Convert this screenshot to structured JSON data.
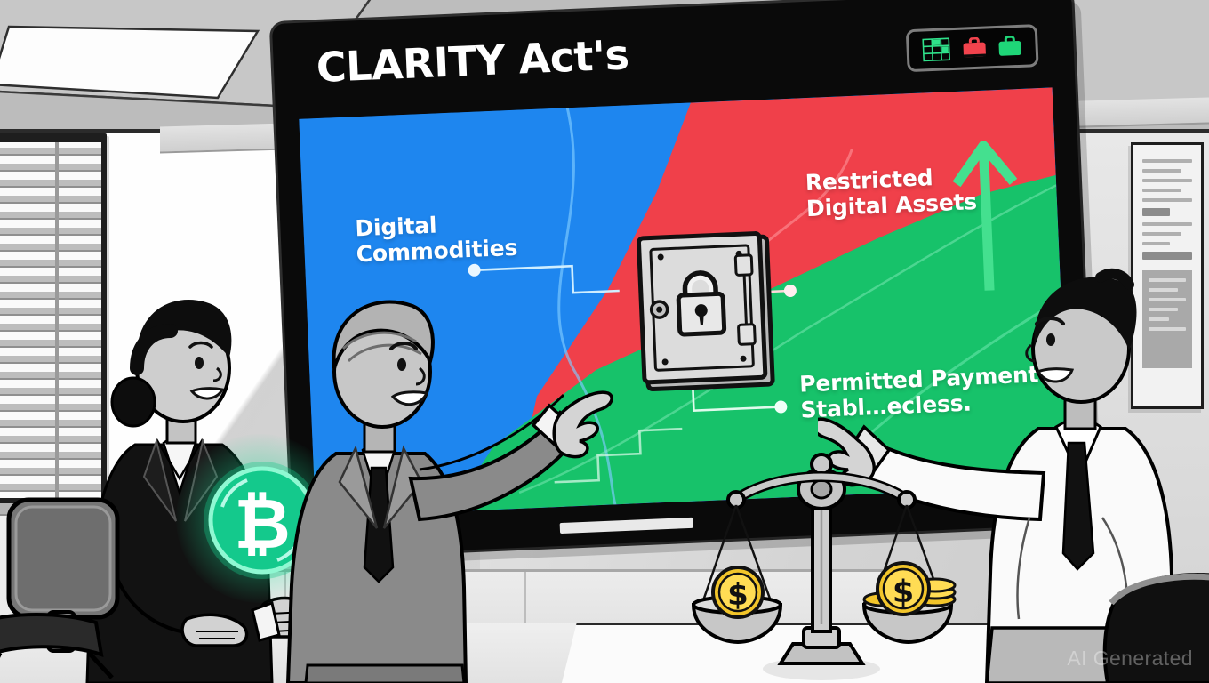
{
  "scene": {
    "setting": "office-conference-room",
    "watermark": "AI Generated"
  },
  "display": {
    "title": "CLARITY Act's",
    "labels": {
      "blue_zone": "Digital\nCommodities",
      "red_zone": "Restricted\nDigital Assets",
      "green_zone": "Permitted Payment\nStabl…ecless."
    },
    "status_badge": {
      "icons": [
        "grid-chart-icon",
        "red-briefcase-icon",
        "green-briefcase-icon"
      ],
      "colors": {
        "grid": "#2fe08a",
        "red_briefcase": "#f2434d",
        "green_briefcase": "#1fd678"
      }
    },
    "center_graphic": "safe-vault-with-padlock-icon",
    "arrow": "upward-growth-arrow",
    "colors": {
      "blue": "#1e86ef",
      "red": "#f0404a",
      "green": "#17c26a",
      "bezel": "#0a0a0a",
      "title_text": "#ffffff"
    },
    "connectors": [
      {
        "from": "Digital Commodities",
        "to": "safe-vault"
      },
      {
        "from": "Restricted Digital Assets",
        "to": "safe-vault"
      },
      {
        "from": "Permitted Payment Stablecoins",
        "to": "safe-vault"
      }
    ]
  },
  "people": [
    {
      "id": "woman-presenter",
      "description": "woman in dark blazer holding glowing bitcoin coin",
      "holding": "bitcoin-coin"
    },
    {
      "id": "man-gray-suit",
      "description": "gray haired man in gray suit and black tie pointing at screen",
      "gesture": "pointing"
    },
    {
      "id": "man-white-shirt",
      "description": "dark haired man in white shirt and black tie pointing at screen",
      "gesture": "pointing"
    }
  ],
  "props": {
    "bitcoin_coin": {
      "symbol": "₿",
      "glow_color": "#2fe0a0",
      "label": "bitcoin-coin"
    },
    "scale": {
      "label": "balance-scale",
      "left_pan_coins": 1,
      "right_pan_coins": 4,
      "coin_symbol": "$"
    },
    "office_chairs": 2,
    "framed_poster": "wall-document-frame",
    "window_blinds": "window-with-blinds",
    "ceiling_light": "lit-ceiling-panel"
  }
}
